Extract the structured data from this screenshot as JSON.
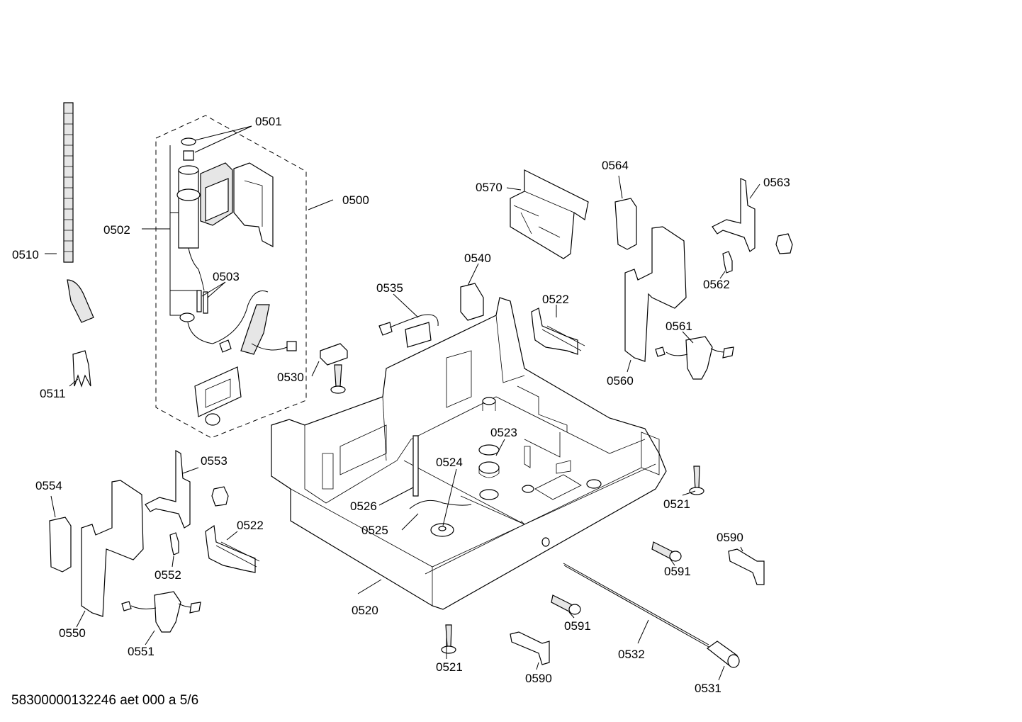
{
  "footer": {
    "code": "58300000132246 aet 000 a 5/6"
  },
  "labels": {
    "l0500": "0500",
    "l0501": "0501",
    "l0502": "0502",
    "l0503": "0503",
    "l0510": "0510",
    "l0511": "0511",
    "l0520": "0520",
    "l0521a": "0521",
    "l0521b": "0521",
    "l0522a": "0522",
    "l0522b": "0522",
    "l0523": "0523",
    "l0524": "0524",
    "l0525": "0525",
    "l0526": "0526",
    "l0530": "0530",
    "l0531": "0531",
    "l0532": "0532",
    "l0535": "0535",
    "l0540": "0540",
    "l0550": "0550",
    "l0551": "0551",
    "l0552": "0552",
    "l0553": "0553",
    "l0554": "0554",
    "l0560": "0560",
    "l0561": "0561",
    "l0562": "0562",
    "l0563": "0563",
    "l0564": "0564",
    "l0570": "0570",
    "l0590a": "0590",
    "l0590b": "0590",
    "l0591a": "0591",
    "l0591b": "0591"
  }
}
